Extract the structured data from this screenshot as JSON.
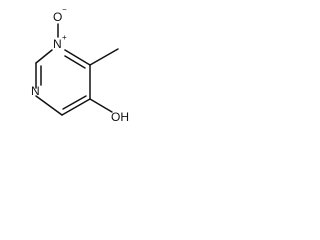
{
  "molecule": {
    "atoms": {
      "oxide_o": "O",
      "oxide_charge": "−",
      "n_plus": "N",
      "n_plus_charge": "+",
      "n_ring": "N",
      "oh": "OH"
    }
  }
}
